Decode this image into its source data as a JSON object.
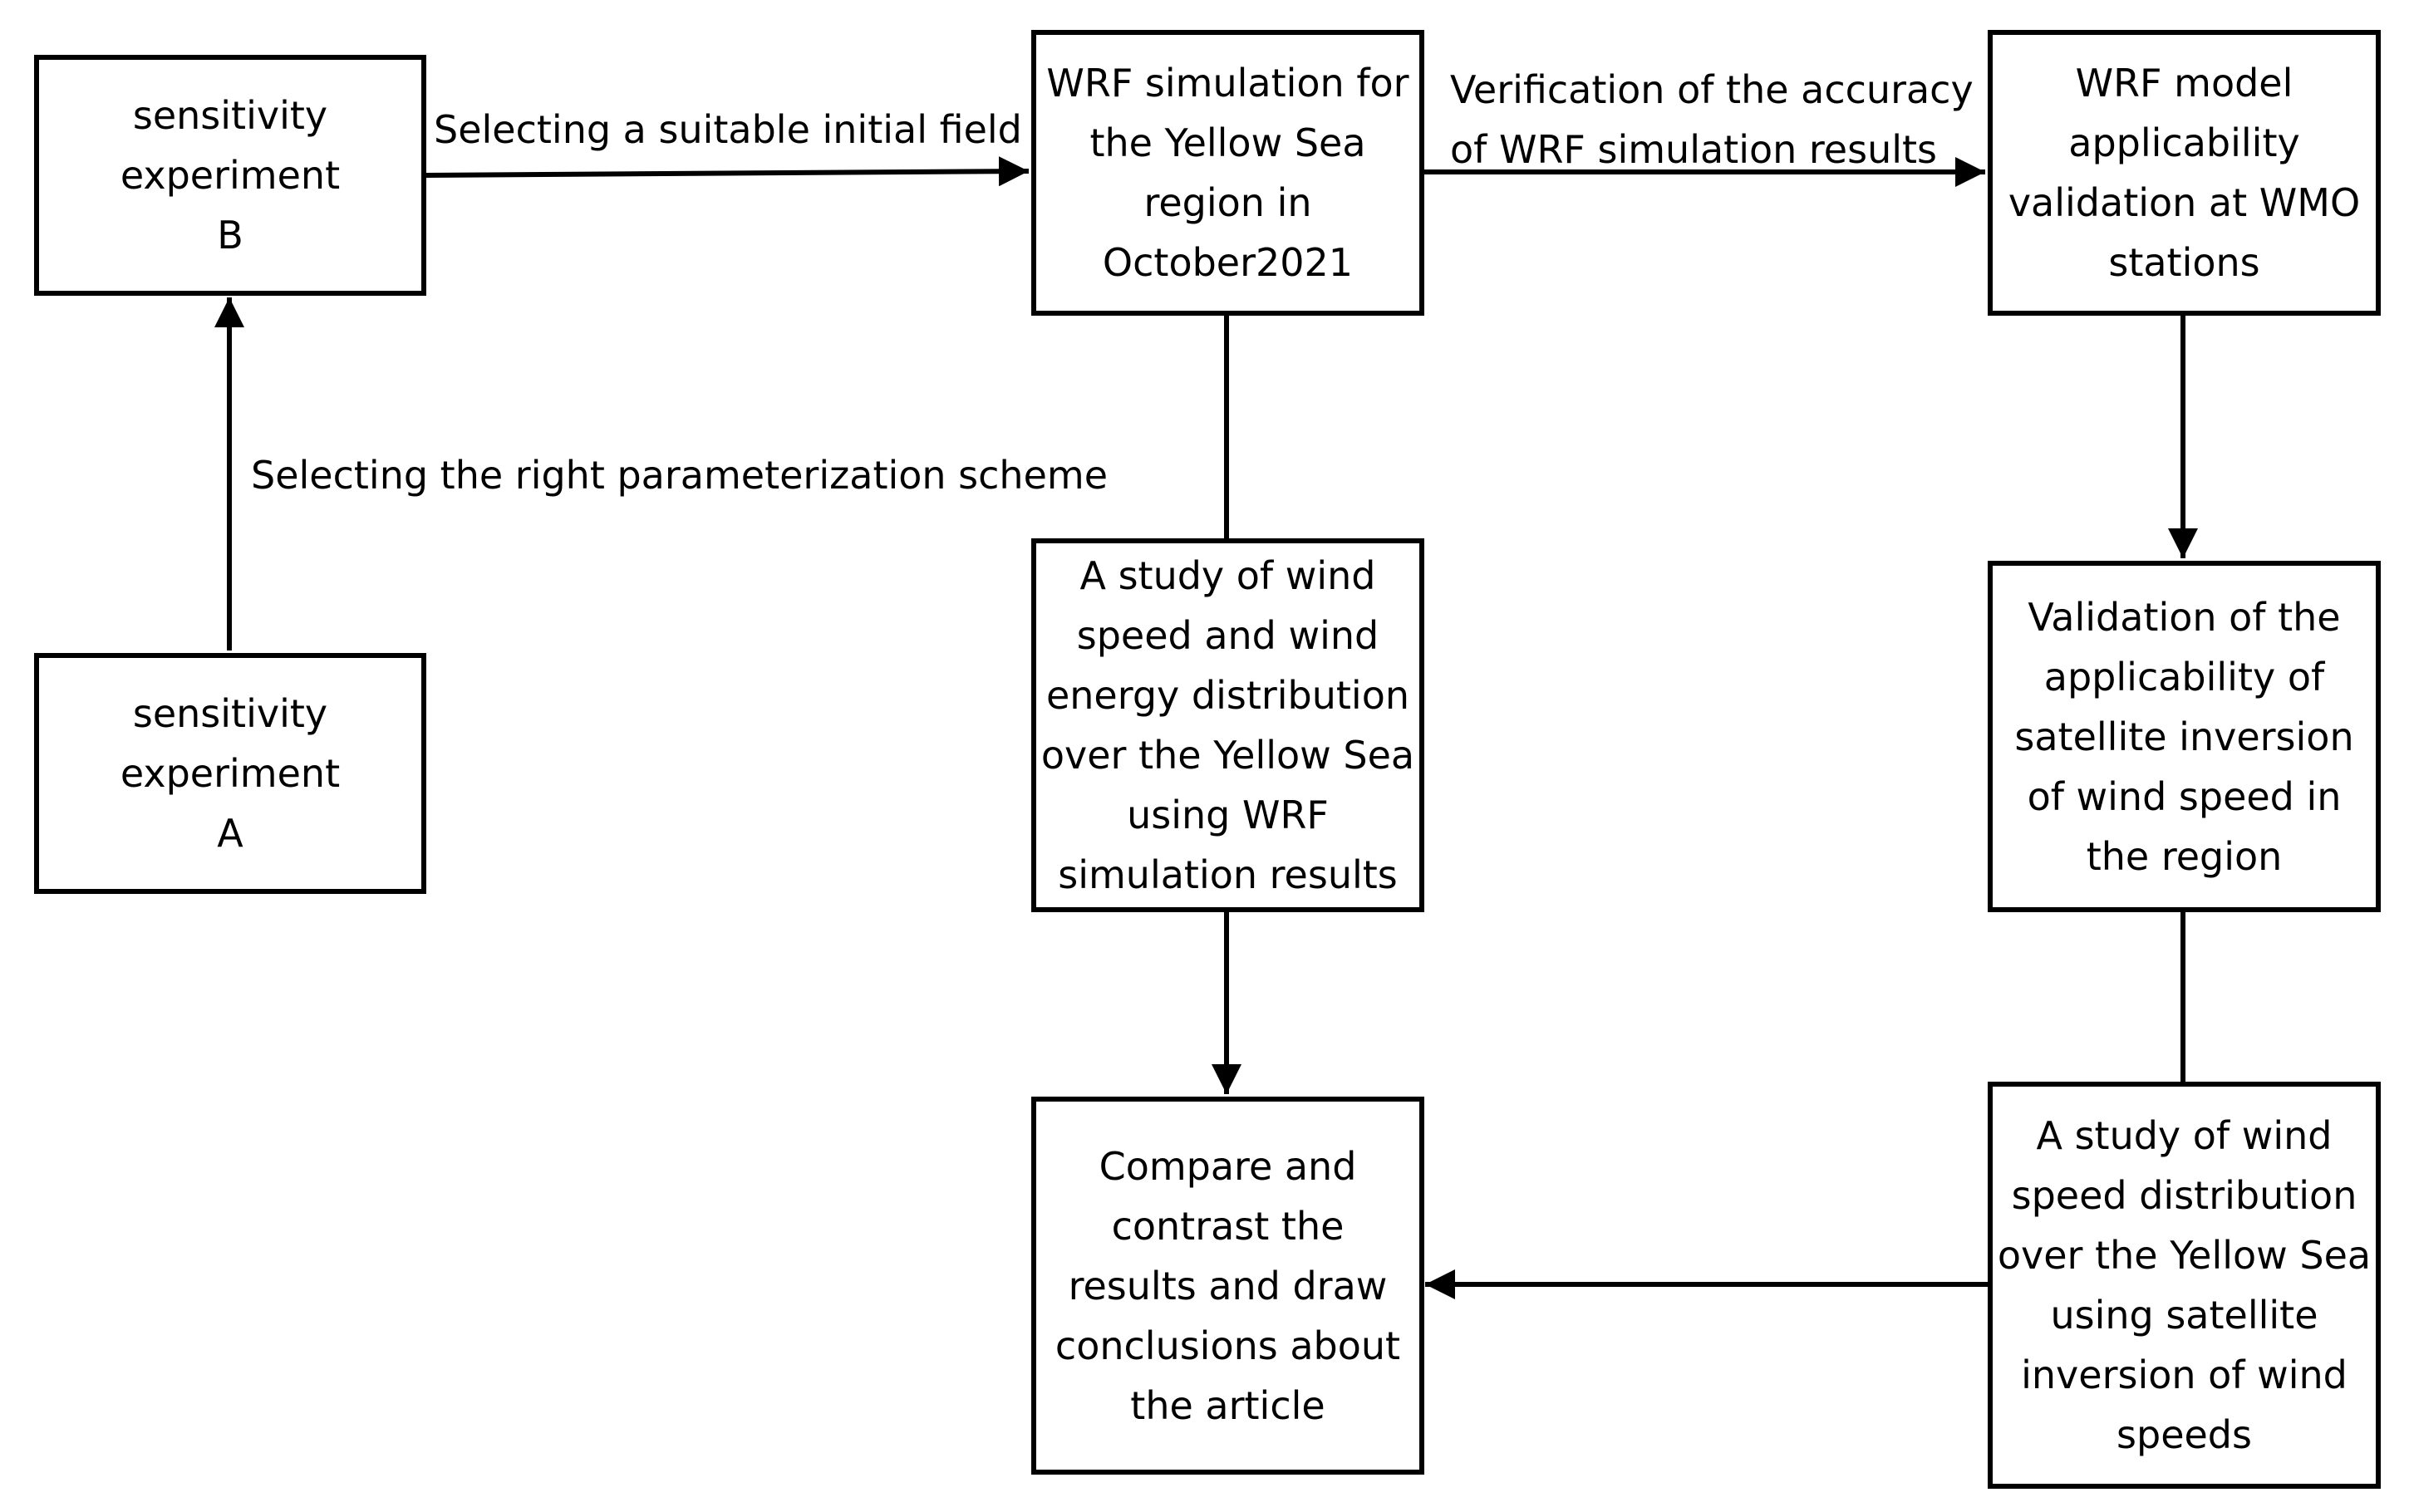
{
  "nodes": {
    "exp_b": "sensitivity experiment B",
    "exp_a": "sensitivity experiment A",
    "wrf_sim": "WRF simulation for the Yellow Sea region in October2021",
    "wrf_validation": "WRF model applicability validation at WMO stations",
    "wind_study_wrf": "A study of wind speed and wind energy distribution over the Yellow Sea using WRF simulation results",
    "satellite_validation": "Validation of the applicability of satellite inversion of wind speed in the region",
    "compare": "Compare and contrast the results and draw conclusions about the article",
    "wind_study_satellite": "A study of wind speed distribution over the Yellow Sea using satellite inversion of wind speeds"
  },
  "edge_labels": {
    "initial_field": "Selecting a suitable initial field",
    "parameterization": "Selecting the right parameterization scheme",
    "verification_line1": "Verification of the accuracy",
    "verification_line2": "of WRF simulation results"
  },
  "colors": {
    "stroke": "#000000",
    "background": "#ffffff"
  }
}
